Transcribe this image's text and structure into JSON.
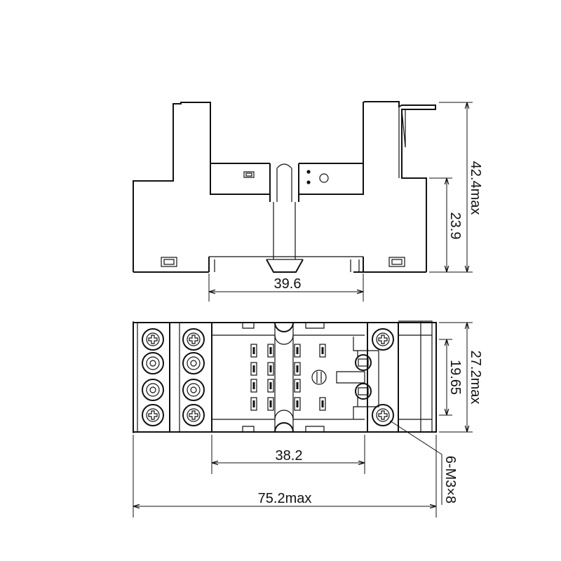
{
  "dimensions": {
    "top_height_max": "42.4max",
    "top_height": "23.9",
    "top_width": "39.6",
    "bottom_height_max": "27.2max",
    "bottom_height": "19.65",
    "bottom_width_inner": "38.2",
    "bottom_width_max": "75.2max",
    "screw_callout": "6-M3×8"
  },
  "colors": {
    "line": "#111111",
    "background": "#ffffff"
  }
}
